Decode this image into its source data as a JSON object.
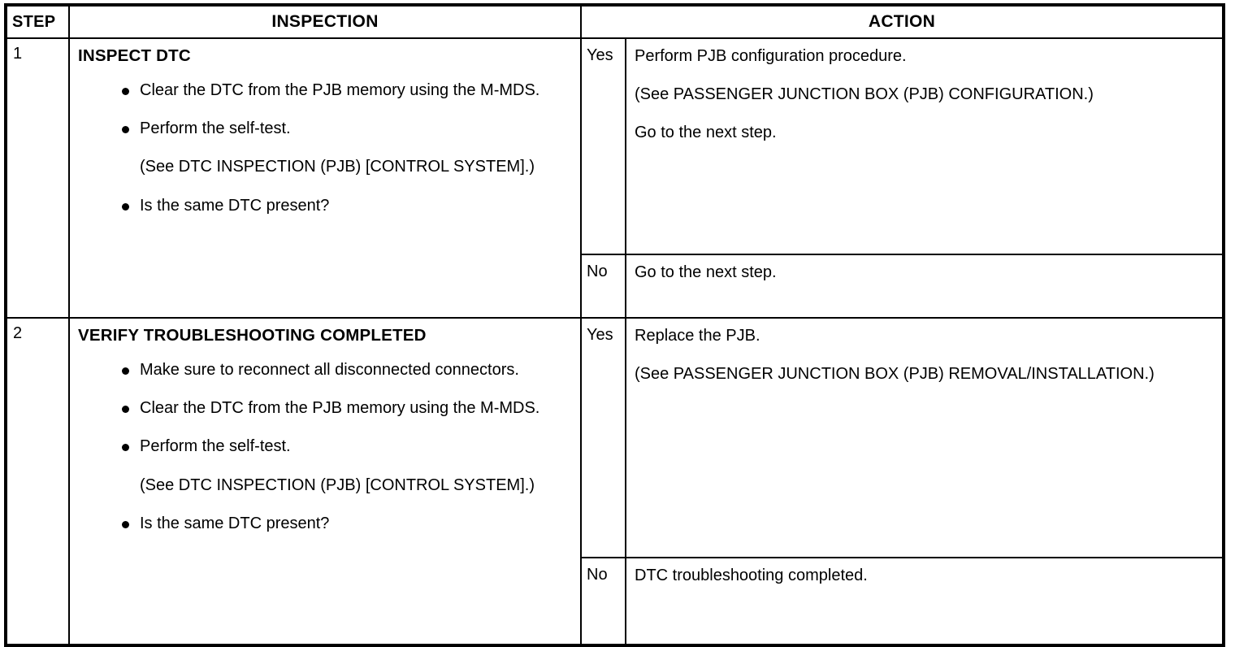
{
  "table": {
    "headers": {
      "step": "STEP",
      "inspection": "INSPECTION",
      "action": "ACTION"
    },
    "rows": [
      {
        "step": "1",
        "inspection": {
          "title": "INSPECT DTC",
          "items": [
            {
              "bullet": true,
              "text": "Clear the DTC from the PJB memory using the M-MDS."
            },
            {
              "bullet": true,
              "text": "Perform the self-test."
            },
            {
              "bullet": false,
              "text": "(See DTC INSPECTION (PJB) [CONTROL SYSTEM].)"
            },
            {
              "bullet": true,
              "text": "Is the same DTC present?"
            }
          ]
        },
        "results": [
          {
            "label": "Yes",
            "paragraphs": [
              "Perform PJB configuration procedure.",
              "(See PASSENGER JUNCTION BOX (PJB) CONFIGURATION.)",
              "Go to the next step."
            ]
          },
          {
            "label": "No",
            "paragraphs": [
              "Go to the next step."
            ]
          }
        ]
      },
      {
        "step": "2",
        "inspection": {
          "title": "VERIFY TROUBLESHOOTING COMPLETED",
          "items": [
            {
              "bullet": true,
              "text": "Make sure to reconnect all disconnected connectors."
            },
            {
              "bullet": true,
              "text": "Clear the DTC from the PJB memory using the M-MDS."
            },
            {
              "bullet": true,
              "text": "Perform the self-test."
            },
            {
              "bullet": false,
              "text": "(See DTC INSPECTION (PJB) [CONTROL SYSTEM].)"
            },
            {
              "bullet": true,
              "text": "Is the same DTC present?"
            }
          ]
        },
        "results": [
          {
            "label": "Yes",
            "paragraphs": [
              "Replace the PJB.",
              "(See PASSENGER JUNCTION BOX (PJB) REMOVAL/INSTALLATION.)"
            ]
          },
          {
            "label": "No",
            "paragraphs": [
              "DTC troubleshooting completed."
            ]
          }
        ]
      }
    ]
  },
  "colors": {
    "border": "#000000",
    "text": "#000000",
    "background": "#ffffff"
  }
}
